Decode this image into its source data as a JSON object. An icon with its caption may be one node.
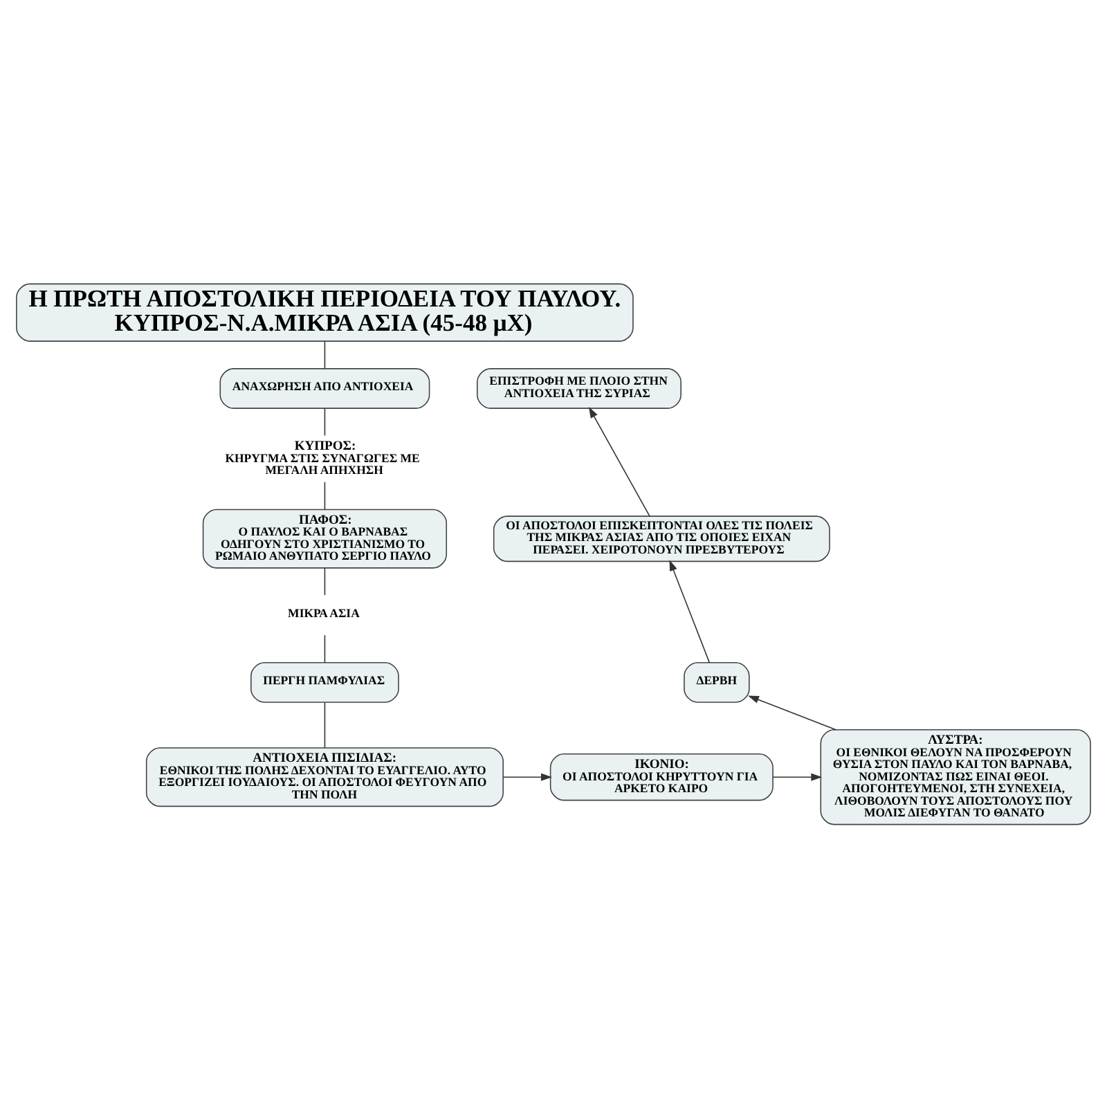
{
  "diagram": {
    "nodes": [
      {
        "text": [
          "Η ΠΡΩΤΗ ΑΠΟΣΤΟΛΙΚΗ ΠΕΡΙΟΔΕΙΑ ΤΟΥ ΠΑΥΛΟΥ. ΚΥΠΡΟΣ-Ν.Α.ΜΙΚΡΑ ΑΣΙΑ (45-48 μΧ)"
        ]
      },
      {
        "text": [
          "ΑΝΑΧΩΡΗΣΗ ΑΠΟ ΑΝΤΙΟΧΕΙΑ"
        ]
      },
      {
        "text": [
          "ΚΥΠΡΟΣ:",
          "ΚΗΡΥΓΜΑ ΣΤΙΣ ΣΥΝΑΓΩΓΕΣ ΜΕ ΜΕΓΑΛΗ ΑΠΗΧΗΣΗ"
        ]
      },
      {
        "text": [
          "ΠΑΦΟΣ:",
          "Ο ΠΑΥΛΟΣ ΚΑΙ Ο ΒΑΡΝΑΒΑΣ ΟΔΗΓΟΥΝ ΣΤΟ ΧΡΙΣΤΙΑΝΙΣΜΟ ΤΟ ΡΩΜΑΙΟ ΑΝΘΥΠΑΤΟ ΣΕΡΓΙΟ ΠΑΥΛΟ"
        ]
      },
      {
        "text": [
          "ΜΙΚΡΑ ΑΣΙΑ"
        ]
      },
      {
        "text": [
          "ΠΕΡΓΗ ΠΑΜΦΥΛΙΑΣ"
        ]
      },
      {
        "text": [
          "ΑΝΤΙΟΧΕΙΑ ΠΙΣΙΔΙΑΣ:",
          "ΕΘΝΙΚΟΙ ΤΗΣ ΠΟΛΗΣ ΔΕΧΟΝΤΑΙ ΤΟ ΕΥΑΓΓΕΛΙΟ. ΑΥΤΟ ΕΞΟΡΓΙΖΕΙ ΙΟΥΔΑΙΟΥΣ. ΟΙ ΑΠΟΣΤΟΛΟΙ ΦΕΥΓΟΥΝ ΑΠΟ ΤΗΝ ΠΟΛΗ"
        ]
      },
      {
        "text": [
          "ΙΚΟΝΙΟ:",
          "ΟΙ ΑΠΟΣΤΟΛΟΙ ΚΗΡΥΤΤΟΥΝ ΓΙΑ ΑΡΚΕΤΟ ΚΑΙΡΟ"
        ]
      },
      {
        "text": [
          "ΛΥΣΤΡΑ:",
          "ΟΙ ΕΘΝΙΚΟΙ ΘΕΛΟΥΝ ΝΑ ΠΡΟΣΦΕΡΟΥΝ ΘΥΣΙΑ ΣΤΟΝ ΠΑΥΛΟ ΚΑΙ ΤΟΝ ΒΑΡΝΑΒΑ, ΝΟΜΙΖΟΝΤΑΣ ΠΩΣ ΕΙΝΑΙ ΘΕΟΙ. ΑΠΟΓΟΗΤΕΥΜΕΝΟΙ, ΣΤΗ ΣΥΝΕΧΕΙΑ, ΛΙΘΟΒΟΛΟΥΝ ΤΟΥΣ ΑΠΟΣΤΟΛΟΥΣ ΠΟΥ ΜΟΛΙΣ ΔΙΕΦΥΓΑΝ ΤΟ ΘΑΝΑΤΟ"
        ]
      },
      {
        "text": [
          "ΔΕΡΒΗ"
        ]
      },
      {
        "text": [
          "ΟΙ ΑΠΟΣΤΟΛΟΙ ΕΠΙΣΚΕΠΤΟΝΤΑΙ ΟΛΕΣ ΤΙΣ ΠΟΛΕΙΣ ΤΗΣ ΜΙΚΡΑΣ ΑΣΙΑΣ ΑΠΟ ΤΙΣ ΟΠΟΙΕΣ ΕΙΧΑΝ ΠΕΡΑΣΕΙ. ΧΕΙΡΟΤΟΝΟΥΝ ΠΡΕΣΒΥΤΕΡΟΥΣ"
        ]
      },
      {
        "text": [
          "ΕΠΙΣΤΡΟΦΗ ΜΕ ΠΛΟΙΟ ΣΤΗΝ ΑΝΤΙΟΧΕΙΑ ΤΗΣ ΣΥΡΙΑΣ"
        ]
      }
    ],
    "edges": [
      {
        "from": 0,
        "to": 1,
        "arrow": "none"
      },
      {
        "from": 1,
        "to": 2,
        "arrow": "none"
      },
      {
        "from": 2,
        "to": 3,
        "arrow": "none"
      },
      {
        "from": 3,
        "to": 4,
        "arrow": "none"
      },
      {
        "from": 4,
        "to": 5,
        "arrow": "none"
      },
      {
        "from": 5,
        "to": 6,
        "arrow": "none"
      },
      {
        "from": 6,
        "to": 7,
        "arrow": "to"
      },
      {
        "from": 7,
        "to": 8,
        "arrow": "to"
      },
      {
        "from": 8,
        "to": 9,
        "arrow": "to"
      },
      {
        "from": 9,
        "to": 10,
        "arrow": "to"
      },
      {
        "from": 10,
        "to": 11,
        "arrow": "to"
      }
    ]
  }
}
